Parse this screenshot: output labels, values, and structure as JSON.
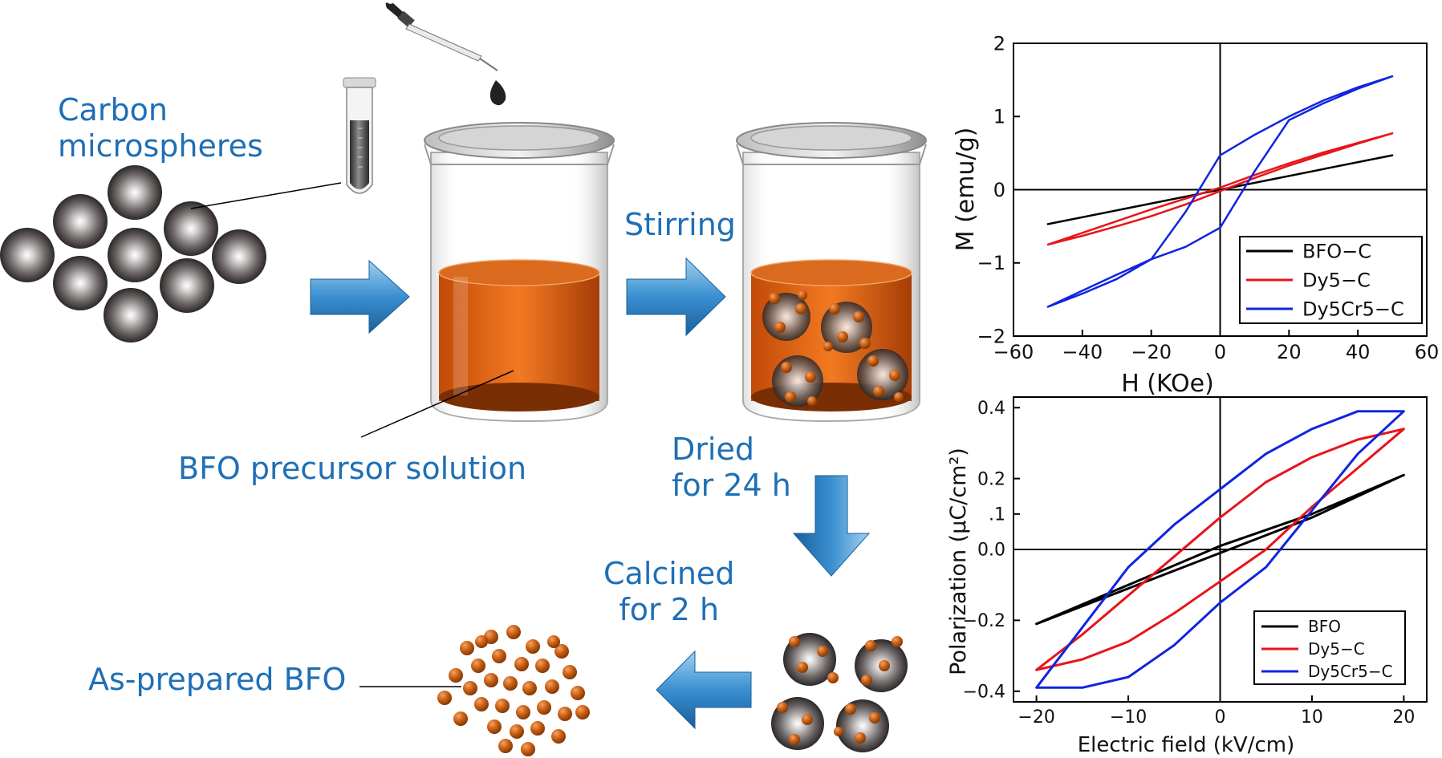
{
  "labels": {
    "carbon_line1": "Carbon",
    "carbon_line2": "microspheres",
    "stirring": "Stirring",
    "bfo_precursor": "BFO precursor solution",
    "dried_line1": "Dried",
    "dried_line2": "for 24 h",
    "calcined_line1": "Calcined",
    "calcined_line2": "for 2 h",
    "as_prepared": "As-prepared BFO"
  },
  "colors": {
    "label_blue": "#1f6fb5",
    "solution_orange": "#e8650f",
    "particle_brown": "#b4500f",
    "arrow_blue": "#3b8bc8"
  },
  "chart_data": [
    {
      "type": "line",
      "title": "",
      "xlabel": "H (KOe)",
      "ylabel": "M (emu/g)",
      "xlim": [
        -60,
        60
      ],
      "ylim": [
        -2,
        2
      ],
      "xticks": [
        "−60",
        "−40",
        "−20",
        "0",
        "20",
        "40",
        "60"
      ],
      "yticks": [
        "−2",
        "−1",
        "0",
        "1",
        "2"
      ],
      "legend_position": "bottom-right",
      "series": [
        {
          "name": "BFO−C",
          "color": "#000000",
          "x": [
            -50,
            50
          ],
          "y_upper": [
            -0.47,
            0.47
          ],
          "y_lower": [
            -0.47,
            0.47
          ]
        },
        {
          "name": "Dy5−C",
          "color": "#e8141b",
          "x": [
            -50,
            -40,
            -30,
            -20,
            -10,
            0,
            10,
            20,
            30,
            40,
            50
          ],
          "y_upper": [
            -0.75,
            -0.63,
            -0.5,
            -0.36,
            -0.2,
            -0.02,
            0.16,
            0.33,
            0.48,
            0.63,
            0.77
          ],
          "y_lower": [
            -0.75,
            -0.59,
            -0.43,
            -0.27,
            -0.12,
            0.03,
            0.2,
            0.36,
            0.51,
            0.64,
            0.77
          ]
        },
        {
          "name": "Dy5Cr5−C",
          "color": "#1024e0",
          "x": [
            -50,
            -40,
            -30,
            -20,
            -10,
            0,
            10,
            20,
            30,
            40,
            50
          ],
          "y_upper": [
            -1.6,
            -1.42,
            -1.22,
            -0.95,
            -0.3,
            0.47,
            0.75,
            1.0,
            1.22,
            1.4,
            1.55
          ],
          "y_lower": [
            -1.6,
            -1.38,
            -1.16,
            -0.95,
            -0.78,
            -0.52,
            0.25,
            0.95,
            1.18,
            1.38,
            1.55
          ]
        }
      ]
    },
    {
      "type": "line",
      "title": "",
      "xlabel": "Electric field (kV/cm)",
      "ylabel": "Polarization (μC/cm²)",
      "xlim": [
        -22.5,
        22.5
      ],
      "ylim": [
        -0.43,
        0.43
      ],
      "xticks": [
        "−20",
        "−10",
        "0",
        "10",
        "20"
      ],
      "yticks": [
        "−0.4",
        "−0.2",
        "0.0",
        ".1",
        "0.2",
        "0.4"
      ],
      "legend_position": "bottom-right",
      "series": [
        {
          "name": "BFO",
          "color": "#000000",
          "x": [
            -20,
            -10,
            0,
            10,
            20
          ],
          "y_upper": [
            -0.21,
            -0.1,
            0.01,
            0.1,
            0.21
          ],
          "y_lower": [
            -0.21,
            -0.11,
            -0.01,
            0.09,
            0.21
          ]
        },
        {
          "name": "Dy5−C",
          "color": "#e8141b",
          "x": [
            -20,
            -15,
            -10,
            -5,
            0,
            5,
            10,
            15,
            20
          ],
          "y_upper": [
            -0.34,
            -0.24,
            -0.13,
            -0.02,
            0.09,
            0.19,
            0.26,
            0.31,
            0.34
          ],
          "y_lower": [
            -0.34,
            -0.31,
            -0.26,
            -0.18,
            -0.09,
            0.0,
            0.12,
            0.23,
            0.34
          ]
        },
        {
          "name": "Dy5Cr5−C",
          "color": "#1024e0",
          "x": [
            -20,
            -15,
            -10,
            -5,
            0,
            5,
            10,
            15,
            20
          ],
          "y_upper": [
            -0.39,
            -0.22,
            -0.05,
            0.07,
            0.17,
            0.27,
            0.34,
            0.39,
            0.39
          ],
          "y_lower": [
            -0.39,
            -0.39,
            -0.36,
            -0.27,
            -0.15,
            -0.05,
            0.11,
            0.27,
            0.39
          ]
        }
      ]
    }
  ]
}
